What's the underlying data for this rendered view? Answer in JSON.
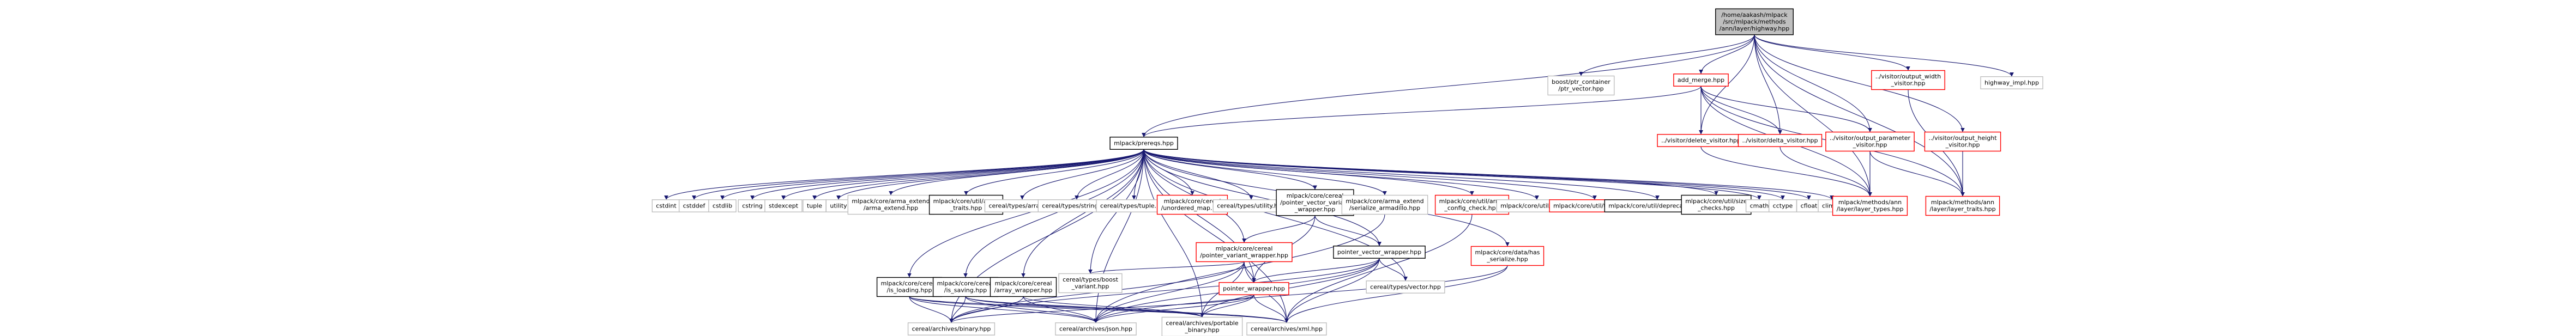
{
  "colors": {
    "root_fill": "#bfbfbf",
    "plain_border": "#000000",
    "missing_border": "#ff0000",
    "external_border": "#bfbfbf",
    "edge": "#191970",
    "text": "#000000"
  },
  "nodes": [
    {
      "id": "root",
      "kind": "root",
      "lines": [
        "/home/aakash/mlpack",
        "/src/mlpack/methods",
        "/ann/layer/highway.hpp"
      ]
    },
    {
      "id": "ptr_container",
      "kind": "external",
      "lines": [
        "boost/ptr_container",
        "/ptr_vector.hpp"
      ]
    },
    {
      "id": "add_merge",
      "kind": "missing",
      "lines": [
        "add_merge.hpp"
      ]
    },
    {
      "id": "output_width",
      "kind": "missing",
      "lines": [
        "../visitor/output_width",
        "_visitor.hpp"
      ]
    },
    {
      "id": "highway_impl",
      "kind": "external",
      "lines": [
        "highway_impl.hpp"
      ]
    },
    {
      "id": "prereqs",
      "kind": "plain",
      "lines": [
        "mlpack/prereqs.hpp"
      ]
    },
    {
      "id": "output_parameter",
      "kind": "missing",
      "lines": [
        "../visitor/output_parameter",
        "_visitor.hpp"
      ]
    },
    {
      "id": "output_height",
      "kind": "missing",
      "lines": [
        "../visitor/output_height",
        "_visitor.hpp"
      ]
    },
    {
      "id": "delete_visitor",
      "kind": "missing",
      "lines": [
        "../visitor/delete_visitor.hpp"
      ]
    },
    {
      "id": "delta_visitor",
      "kind": "missing",
      "lines": [
        "../visitor/delta_visitor.hpp"
      ]
    },
    {
      "id": "cstdint",
      "kind": "external",
      "lines": [
        "cstdint"
      ]
    },
    {
      "id": "cstddef",
      "kind": "external",
      "lines": [
        "cstddef"
      ]
    },
    {
      "id": "cstdlib",
      "kind": "external",
      "lines": [
        "cstdlib"
      ]
    },
    {
      "id": "cstring",
      "kind": "external",
      "lines": [
        "cstring"
      ]
    },
    {
      "id": "stdexcept",
      "kind": "external",
      "lines": [
        "stdexcept"
      ]
    },
    {
      "id": "tuple",
      "kind": "external",
      "lines": [
        "tuple"
      ]
    },
    {
      "id": "utility",
      "kind": "external",
      "lines": [
        "utility"
      ]
    },
    {
      "id": "arma_extend",
      "kind": "external",
      "lines": [
        "mlpack/core/arma_extend",
        "/arma_extend.hpp"
      ]
    },
    {
      "id": "arma_traits",
      "kind": "plain",
      "lines": [
        "mlpack/core/util/arma",
        "_traits.hpp"
      ]
    },
    {
      "id": "cereal_array",
      "kind": "external",
      "lines": [
        "cereal/types/array.hpp"
      ]
    },
    {
      "id": "cereal_string",
      "kind": "external",
      "lines": [
        "cereal/types/string.hpp"
      ]
    },
    {
      "id": "cereal_tuple",
      "kind": "external",
      "lines": [
        "cereal/types/tuple.hpp"
      ]
    },
    {
      "id": "unordered_map",
      "kind": "missing",
      "lines": [
        "mlpack/core/cereal",
        "/unordered_map.hpp"
      ]
    },
    {
      "id": "cereal_utility",
      "kind": "external",
      "lines": [
        "cereal/types/utility.hpp"
      ]
    },
    {
      "id": "pvv_wrapper",
      "kind": "plain",
      "lines": [
        "mlpack/core/cereal",
        "/pointer_vector_variant",
        "_wrapper.hpp"
      ]
    },
    {
      "id": "serialize_armadillo",
      "kind": "external",
      "lines": [
        "mlpack/core/arma_extend",
        "/serialize_armadillo.hpp"
      ]
    },
    {
      "id": "arma_config_check",
      "kind": "missing",
      "lines": [
        "mlpack/core/util/arma",
        "_config_check.hpp"
      ]
    },
    {
      "id": "log",
      "kind": "external",
      "lines": [
        "mlpack/core/util/log.hpp"
      ]
    },
    {
      "id": "timers",
      "kind": "missing",
      "lines": [
        "mlpack/core/util/timers.hpp"
      ]
    },
    {
      "id": "deprecated",
      "kind": "plain",
      "lines": [
        "mlpack/core/util/deprecated.hpp"
      ]
    },
    {
      "id": "size_checks",
      "kind": "plain",
      "lines": [
        "mlpack/core/util/size",
        "_checks.hpp"
      ]
    },
    {
      "id": "cmath",
      "kind": "external",
      "lines": [
        "cmath"
      ]
    },
    {
      "id": "cctype",
      "kind": "external",
      "lines": [
        "cctype"
      ]
    },
    {
      "id": "cfloat",
      "kind": "external",
      "lines": [
        "cfloat"
      ]
    },
    {
      "id": "climits",
      "kind": "external",
      "lines": [
        "climits"
      ]
    },
    {
      "id": "layer_types",
      "kind": "missing",
      "lines": [
        "mlpack/methods/ann",
        "/layer/layer_types.hpp"
      ]
    },
    {
      "id": "layer_traits",
      "kind": "missing",
      "lines": [
        "mlpack/methods/ann",
        "/layer/layer_traits.hpp"
      ]
    },
    {
      "id": "pv_wrapper",
      "kind": "missing",
      "lines": [
        "mlpack/core/cereal",
        "/pointer_variant_wrapper.hpp"
      ]
    },
    {
      "id": "pointer_vector_wrapper",
      "kind": "plain",
      "lines": [
        "pointer_vector_wrapper.hpp"
      ]
    },
    {
      "id": "has_serialize",
      "kind": "missing",
      "lines": [
        "mlpack/core/data/has",
        "_serialize.hpp"
      ]
    },
    {
      "id": "boost_variant",
      "kind": "external",
      "lines": [
        "cereal/types/boost",
        "_variant.hpp"
      ]
    },
    {
      "id": "is_loading",
      "kind": "plain",
      "lines": [
        "mlpack/core/cereal",
        "/is_loading.hpp"
      ]
    },
    {
      "id": "is_saving",
      "kind": "plain",
      "lines": [
        "mlpack/core/cereal",
        "/is_saving.hpp"
      ]
    },
    {
      "id": "array_wrapper",
      "kind": "plain",
      "lines": [
        "mlpack/core/cereal",
        "/array_wrapper.hpp"
      ]
    },
    {
      "id": "pointer_wrapper",
      "kind": "missing",
      "lines": [
        "pointer_wrapper.hpp"
      ]
    },
    {
      "id": "cereal_vector",
      "kind": "external",
      "lines": [
        "cereal/types/vector.hpp"
      ]
    },
    {
      "id": "binary",
      "kind": "external",
      "lines": [
        "cereal/archives/binary.hpp"
      ]
    },
    {
      "id": "json",
      "kind": "external",
      "lines": [
        "cereal/archives/json.hpp"
      ]
    },
    {
      "id": "portable_binary",
      "kind": "external",
      "lines": [
        "cereal/archives/portable",
        "_binary.hpp"
      ]
    },
    {
      "id": "xml",
      "kind": "external",
      "lines": [
        "cereal/archives/xml.hpp"
      ]
    }
  ],
  "edges": [
    [
      "root",
      "ptr_container"
    ],
    [
      "root",
      "add_merge"
    ],
    [
      "root",
      "output_width"
    ],
    [
      "root",
      "highway_impl"
    ],
    [
      "root",
      "prereqs"
    ],
    [
      "root",
      "output_parameter"
    ],
    [
      "root",
      "output_height"
    ],
    [
      "root",
      "delete_visitor"
    ],
    [
      "root",
      "delta_visitor"
    ],
    [
      "root",
      "layer_types"
    ],
    [
      "root",
      "layer_traits"
    ],
    [
      "add_merge",
      "prereqs"
    ],
    [
      "add_merge",
      "delete_visitor"
    ],
    [
      "add_merge",
      "delta_visitor"
    ],
    [
      "add_merge",
      "output_parameter"
    ],
    [
      "add_merge",
      "layer_types"
    ],
    [
      "add_merge",
      "layer_traits"
    ],
    [
      "output_width",
      "layer_traits"
    ],
    [
      "output_height",
      "layer_traits"
    ],
    [
      "output_parameter",
      "layer_types"
    ],
    [
      "output_parameter",
      "layer_traits"
    ],
    [
      "delete_visitor",
      "layer_types"
    ],
    [
      "delta_visitor",
      "layer_types"
    ],
    [
      "prereqs",
      "cstdint"
    ],
    [
      "prereqs",
      "cstddef"
    ],
    [
      "prereqs",
      "cstdlib"
    ],
    [
      "prereqs",
      "cstring"
    ],
    [
      "prereqs",
      "stdexcept"
    ],
    [
      "prereqs",
      "tuple"
    ],
    [
      "prereqs",
      "utility"
    ],
    [
      "prereqs",
      "arma_extend"
    ],
    [
      "prereqs",
      "arma_traits"
    ],
    [
      "prereqs",
      "cereal_array"
    ],
    [
      "prereqs",
      "cereal_string"
    ],
    [
      "prereqs",
      "cereal_tuple"
    ],
    [
      "prereqs",
      "unordered_map"
    ],
    [
      "prereqs",
      "cereal_utility"
    ],
    [
      "prereqs",
      "pvv_wrapper"
    ],
    [
      "prereqs",
      "serialize_armadillo"
    ],
    [
      "prereqs",
      "arma_config_check"
    ],
    [
      "prereqs",
      "log"
    ],
    [
      "prereqs",
      "timers"
    ],
    [
      "prereqs",
      "deprecated"
    ],
    [
      "prereqs",
      "size_checks"
    ],
    [
      "prereqs",
      "cmath"
    ],
    [
      "prereqs",
      "cctype"
    ],
    [
      "prereqs",
      "cfloat"
    ],
    [
      "prereqs",
      "climits"
    ],
    [
      "prereqs",
      "pv_wrapper"
    ],
    [
      "prereqs",
      "pointer_vector_wrapper"
    ],
    [
      "prereqs",
      "has_serialize"
    ],
    [
      "prereqs",
      "is_loading"
    ],
    [
      "prereqs",
      "is_saving"
    ],
    [
      "prereqs",
      "array_wrapper"
    ],
    [
      "prereqs",
      "pointer_wrapper"
    ],
    [
      "prereqs",
      "binary"
    ],
    [
      "prereqs",
      "json"
    ],
    [
      "prereqs",
      "portable_binary"
    ],
    [
      "prereqs",
      "xml"
    ],
    [
      "prereqs",
      "boost_variant"
    ],
    [
      "prereqs",
      "cereal_vector"
    ],
    [
      "pvv_wrapper",
      "pv_wrapper"
    ],
    [
      "pvv_wrapper",
      "pointer_vector_wrapper"
    ],
    [
      "pvv_wrapper",
      "pointer_wrapper"
    ],
    [
      "pv_wrapper",
      "boost_variant"
    ],
    [
      "pv_wrapper",
      "pointer_wrapper"
    ],
    [
      "pv_wrapper",
      "binary"
    ],
    [
      "pv_wrapper",
      "json"
    ],
    [
      "pv_wrapper",
      "portable_binary"
    ],
    [
      "pv_wrapper",
      "xml"
    ],
    [
      "pointer_vector_wrapper",
      "cereal_vector"
    ],
    [
      "pointer_vector_wrapper",
      "pointer_wrapper"
    ],
    [
      "pointer_vector_wrapper",
      "binary"
    ],
    [
      "pointer_vector_wrapper",
      "json"
    ],
    [
      "pointer_vector_wrapper",
      "portable_binary"
    ],
    [
      "pointer_vector_wrapper",
      "xml"
    ],
    [
      "has_serialize",
      "xml"
    ],
    [
      "has_serialize",
      "json"
    ],
    [
      "is_loading",
      "binary"
    ],
    [
      "is_loading",
      "json"
    ],
    [
      "is_loading",
      "portable_binary"
    ],
    [
      "is_loading",
      "xml"
    ],
    [
      "is_saving",
      "binary"
    ],
    [
      "is_saving",
      "json"
    ],
    [
      "is_saving",
      "portable_binary"
    ],
    [
      "is_saving",
      "xml"
    ],
    [
      "array_wrapper",
      "binary"
    ],
    [
      "array_wrapper",
      "json"
    ],
    [
      "array_wrapper",
      "portable_binary"
    ],
    [
      "pointer_wrapper",
      "binary"
    ],
    [
      "pointer_wrapper",
      "json"
    ],
    [
      "pointer_wrapper",
      "portable_binary"
    ],
    [
      "pointer_wrapper",
      "xml"
    ],
    [
      "serialize_armadillo",
      "json"
    ],
    [
      "arma_config_check",
      "xml"
    ]
  ]
}
